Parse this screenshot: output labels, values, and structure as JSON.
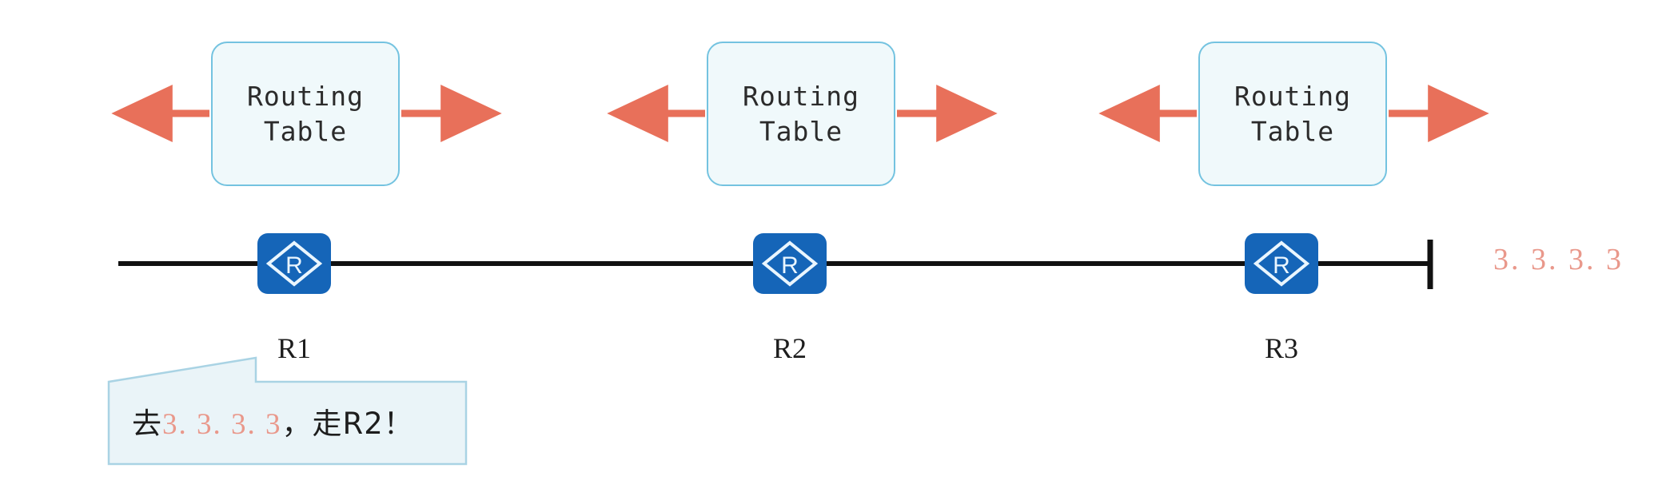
{
  "diagram": {
    "title": "Routing Table forwarding path diagram",
    "colors": {
      "router_blue": "#1565b8",
      "arrow_salmon": "#e8705a",
      "box_fill": "#f0f9fb",
      "box_border": "#74c3e0",
      "ip_text": "#e9988b",
      "link_line": "#111111",
      "callout_fill": "#eaf4f8",
      "callout_border": "#a9d3e4"
    },
    "routing_tables": [
      {
        "label": "Routing\nTable",
        "left_arrow": "arrow-left",
        "right_arrow": "arrow-right"
      },
      {
        "label": "Routing\nTable",
        "left_arrow": "arrow-left",
        "right_arrow": "arrow-right"
      },
      {
        "label": "Routing\nTable",
        "left_arrow": "arrow-left",
        "right_arrow": "arrow-right"
      }
    ],
    "routers": [
      {
        "name": "R1",
        "icon": "router-icon",
        "glyph": "R"
      },
      {
        "name": "R2",
        "icon": "router-icon",
        "glyph": "R"
      },
      {
        "name": "R3",
        "icon": "router-icon",
        "glyph": "R"
      }
    ],
    "destination": {
      "ip": "3. 3. 3. 3",
      "terminator": "line-end-tick"
    },
    "callout": {
      "prefix": "去",
      "ip": "3. 3. 3. 3",
      "suffix": "，走R2！",
      "full_text": "去3. 3. 3. 3，走R2！"
    }
  }
}
